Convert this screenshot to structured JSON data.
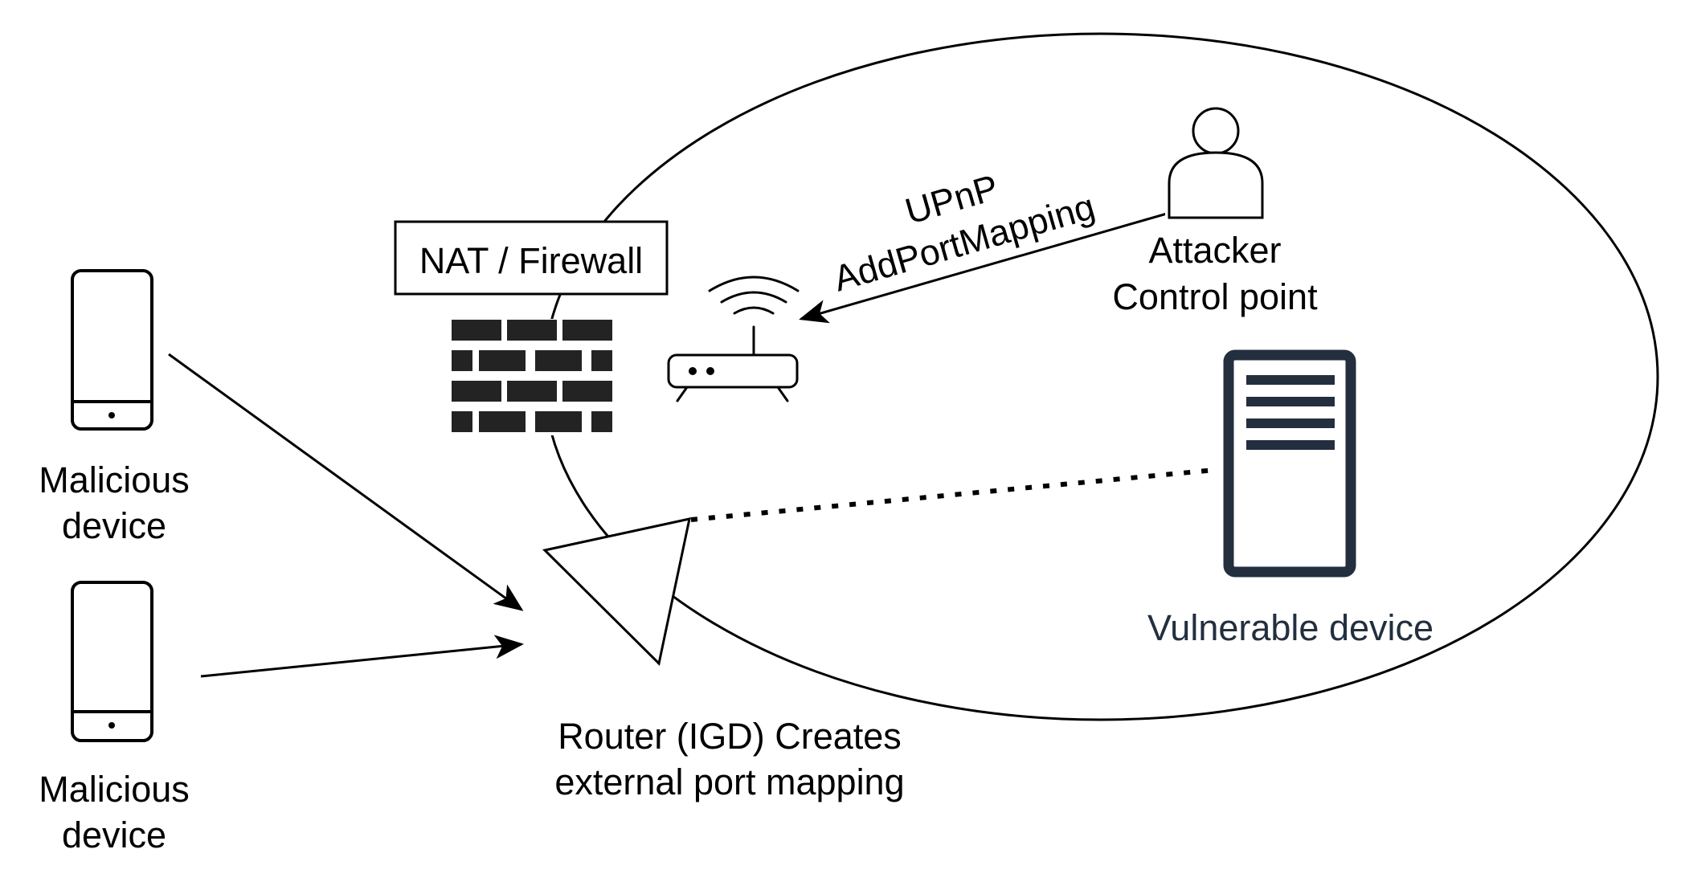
{
  "firewall": {
    "label": "NAT / Firewall",
    "icon": "brick-wall-icon"
  },
  "router": {
    "icon": "wifi-router-icon"
  },
  "igd": {
    "label_line1": "Router (IGD) Creates",
    "label_line2": "external port mapping"
  },
  "upnp": {
    "label_line1": "UPnP",
    "label_line2": "AddPortMapping"
  },
  "attacker": {
    "label_line1": "Attacker",
    "label_line2": "Control point",
    "icon": "user-icon"
  },
  "vulnerable": {
    "label": "Vulnerable device",
    "icon": "server-icon",
    "color": "#232f3e"
  },
  "malicious_devices": [
    {
      "label_line1": "Malicious",
      "label_line2": "device",
      "icon": "smartphone-icon"
    },
    {
      "label_line1": "Malicious",
      "label_line2": "device",
      "icon": "smartphone-icon"
    }
  ],
  "colors": {
    "stroke": "#000000",
    "brick": "#232323",
    "server": "#232f3e"
  }
}
